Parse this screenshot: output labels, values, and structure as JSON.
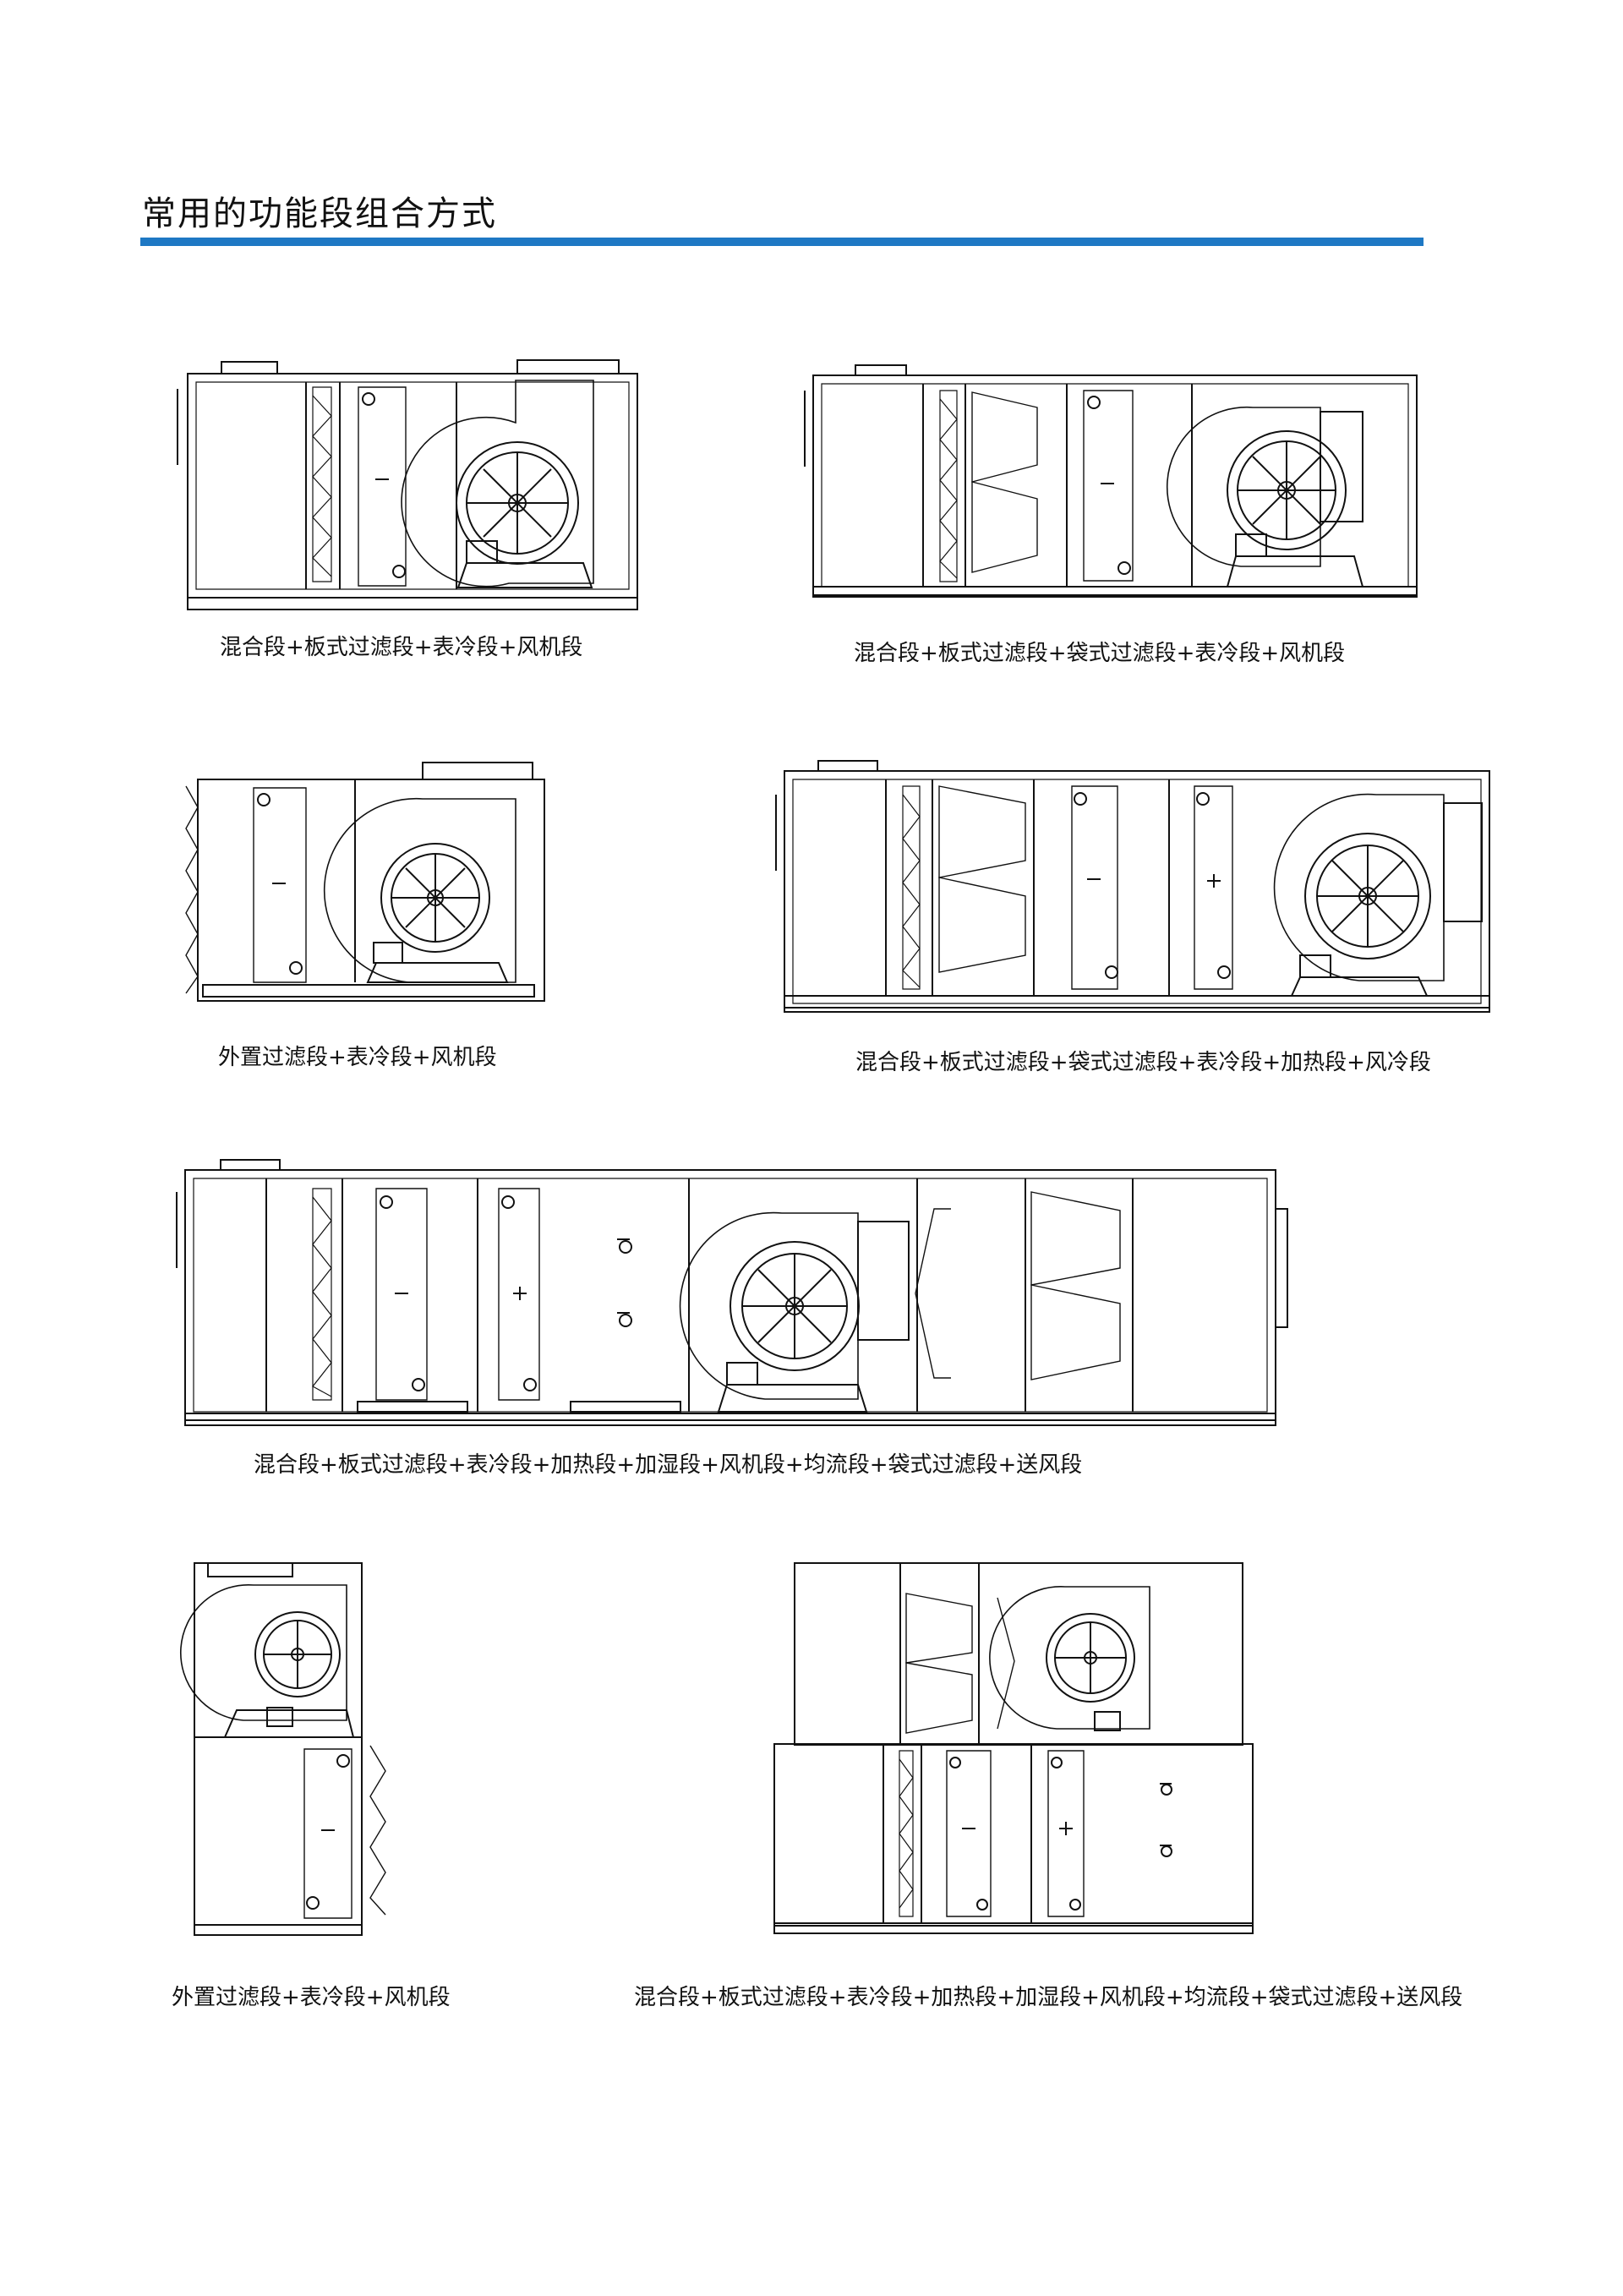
{
  "page": {
    "title": "常用的功能段组合方式",
    "accent_color": "#1e78c4"
  },
  "diagrams": [
    {
      "caption": "混合段+板式过滤段+表冷段+风机段"
    },
    {
      "caption": "混合段+板式过滤段+袋式过滤段+表冷段+风机段"
    },
    {
      "caption": "外置过滤段+表冷段+风机段"
    },
    {
      "caption": "混合段+板式过滤段+袋式过滤段+表冷段+加热段+风冷段"
    },
    {
      "caption": "混合段+板式过滤段+表冷段+加热段+加湿段+风机段+均流段+袋式过滤段+送风段"
    },
    {
      "caption": "外置过滤段+表冷段+风机段"
    },
    {
      "caption": "混合段+板式过滤段+表冷段+加热段+加湿段+风机段+均流段+袋式过滤段+送风段"
    }
  ],
  "symbols": {
    "coil_cooling": "−",
    "coil_heating": "+"
  }
}
